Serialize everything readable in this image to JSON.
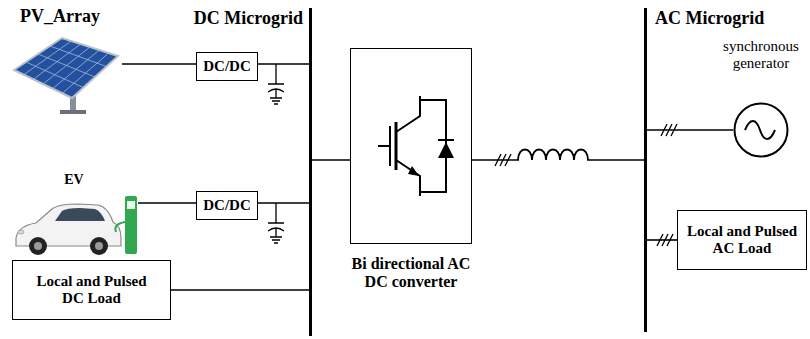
{
  "diagram": {
    "nodes": [
      {
        "text": [
          "PV_Array"
        ]
      },
      {
        "text": [
          "DC/DC"
        ]
      },
      {
        "text": [
          "EV"
        ]
      },
      {
        "text": [
          "DC/DC"
        ]
      },
      {
        "text": [
          "Local and Pulsed DC Load"
        ]
      },
      {
        "text": [
          "DC Microgrid"
        ]
      },
      {
        "text": [
          "Bi directional AC DC converter"
        ]
      },
      {
        "text": [
          "AC Microgrid"
        ]
      },
      {
        "text": [
          "synchronous generator"
        ]
      },
      {
        "text": [
          "Local and Pulsed AC Load"
        ]
      }
    ],
    "edges": [
      {
        "from": 0,
        "to": 1,
        "arrow": "none"
      },
      {
        "from": 1,
        "to": 5,
        "arrow": "none"
      },
      {
        "from": 2,
        "to": 3,
        "arrow": "none"
      },
      {
        "from": 3,
        "to": 5,
        "arrow": "none"
      },
      {
        "from": 4,
        "to": 5,
        "arrow": "none"
      },
      {
        "from": 5,
        "to": 6,
        "arrow": "none"
      },
      {
        "from": 6,
        "to": 7,
        "arrow": "none"
      },
      {
        "from": 7,
        "to": 8,
        "arrow": "none"
      },
      {
        "from": 7,
        "to": 9,
        "arrow": "none"
      }
    ]
  }
}
